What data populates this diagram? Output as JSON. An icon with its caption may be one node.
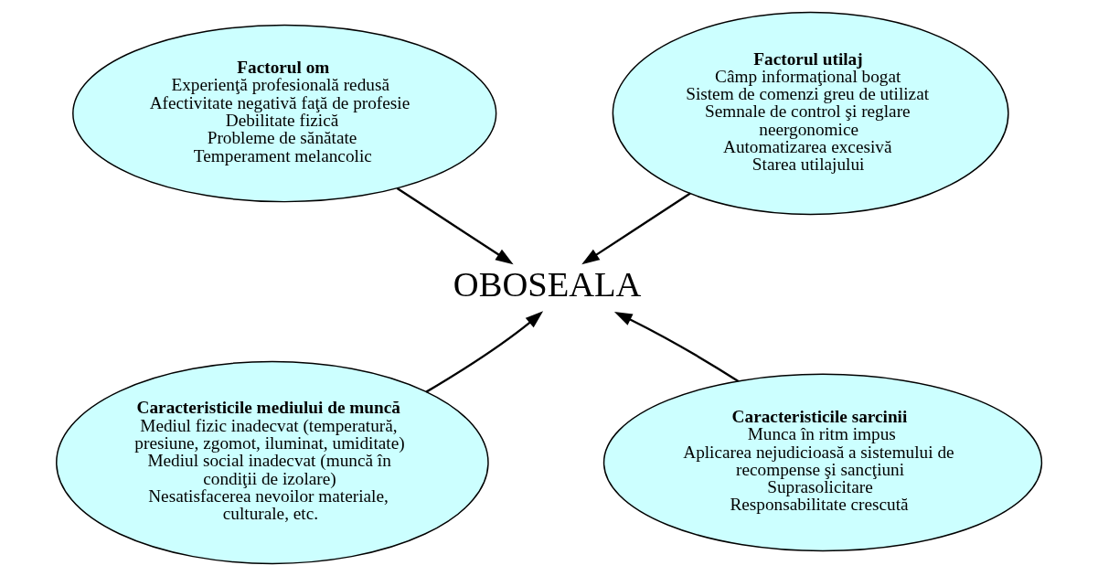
{
  "diagram": {
    "nodes": [
      {
        "text": [
          "Factorul om",
          "Experienţă profesională redusă",
          "Afectivitate negativă faţă de profesie",
          "Debilitate fizică",
          "Probleme de sănătate",
          "Temperament melancolic"
        ]
      },
      {
        "text": [
          "Factorul utilaj",
          "Câmp informaţional bogat",
          "Sistem de comenzi greu de utilizat",
          "Semnale de control şi reglare neergonomice",
          "Automatizarea excesivă",
          "Starea utilajului"
        ]
      },
      {
        "text": [
          "OBOSEALA"
        ]
      },
      {
        "text": [
          "Caracteristicile mediului de muncă",
          "Mediul fizic inadecvat (temperatură, presiune, zgomot, iluminat, umiditate)",
          "Mediul social inadecvat (muncă în condiţii de izolare)",
          "Nesatisfacerea nevoilor materiale, culturale, etc."
        ]
      },
      {
        "text": [
          "Caracteristicile sarcinii",
          "Munca în ritm impus",
          "Aplicarea nejudicioasă a sistemului de recompense şi sancţiuni",
          "Suprasolicitare",
          "Responsabilitate crescută"
        ]
      }
    ],
    "edges": [
      {
        "from": 0,
        "to": 2,
        "arrow": "to"
      },
      {
        "from": 1,
        "to": 2,
        "arrow": "to"
      },
      {
        "from": 3,
        "to": 2,
        "arrow": "to"
      },
      {
        "from": 4,
        "to": 2,
        "arrow": "to"
      }
    ]
  }
}
